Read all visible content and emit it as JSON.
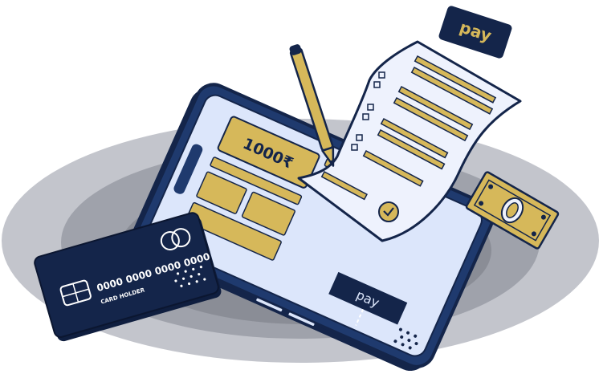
{
  "phone": {
    "amount": "1000₹",
    "pay_label": "pay"
  },
  "tag": {
    "pay_label": "pay"
  },
  "card": {
    "number": "0000 0000 0000 0000",
    "holder": "CARD HOLDER"
  },
  "colors": {
    "navy": "#14254a",
    "gold": "#d6b85a",
    "screen": "#dce6fb",
    "paper": "#eef2fd",
    "disc_outer": "#c3c5cc",
    "disc_mid": "#9fa2ab",
    "disc_inner": "#8a8d96"
  }
}
